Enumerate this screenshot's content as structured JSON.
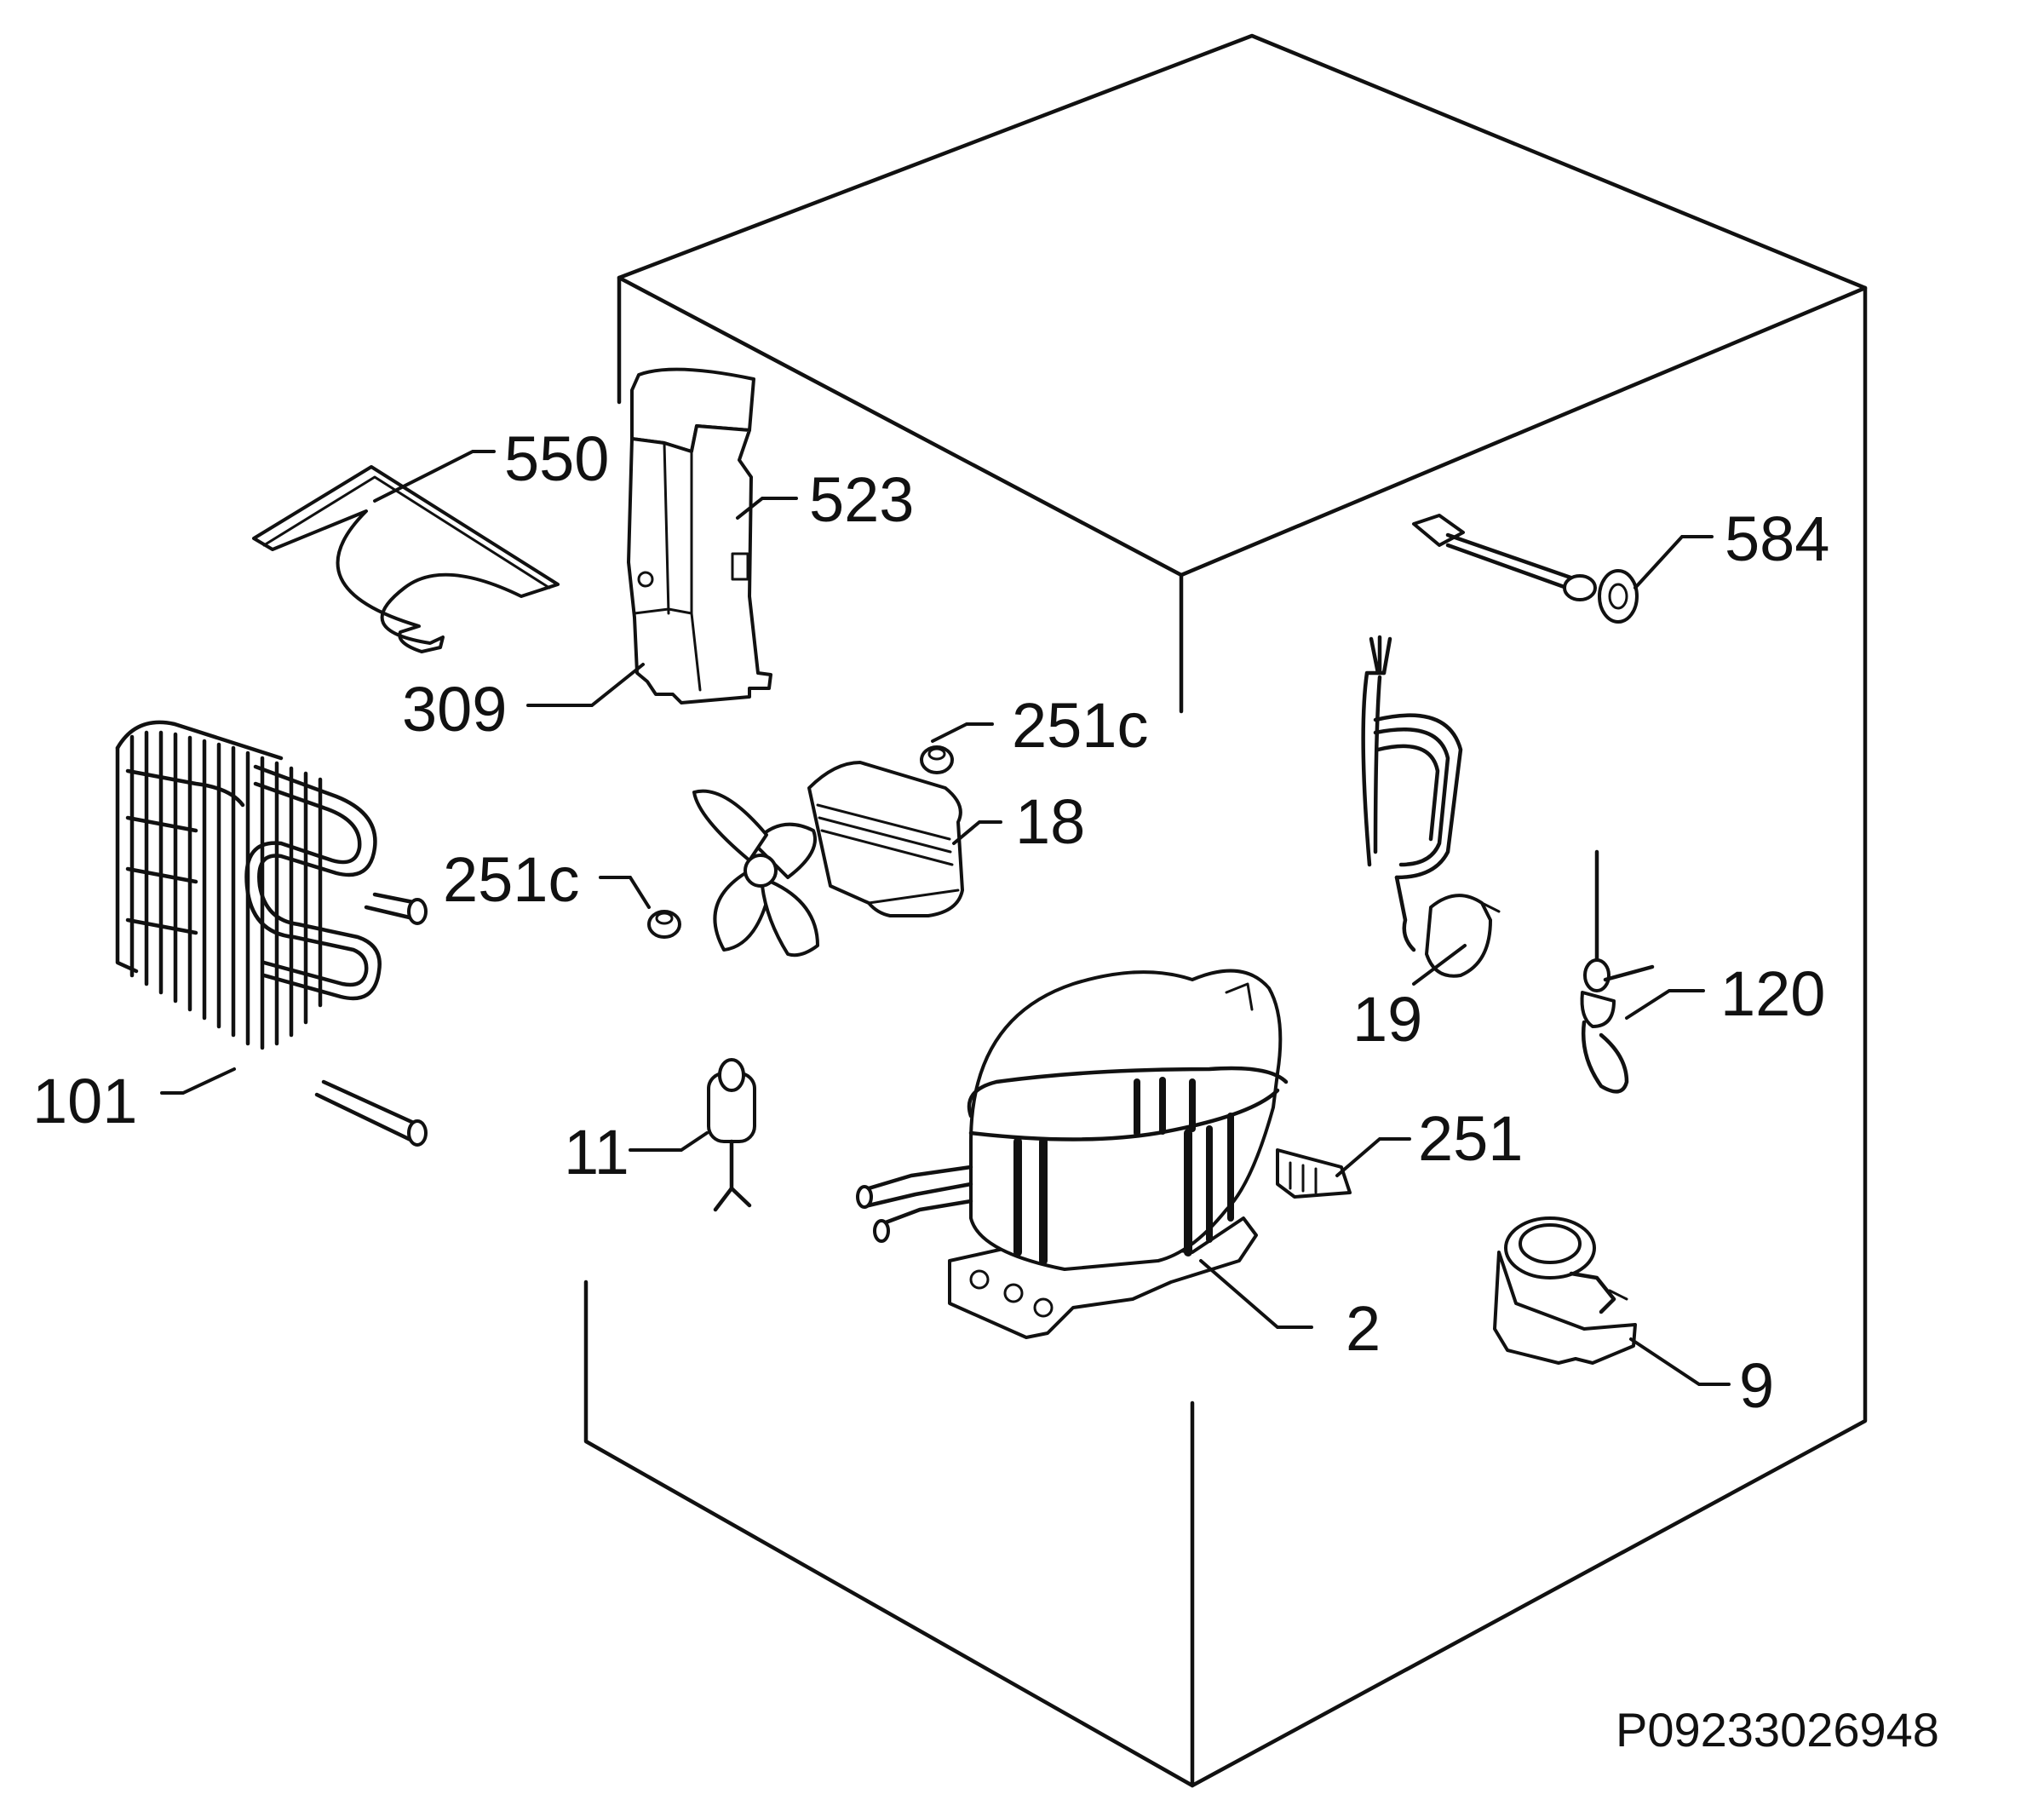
{
  "labels": {
    "p550": "550",
    "p523": "523",
    "p309": "309",
    "p251c_top": "251c",
    "p18": "18",
    "p251c_left": "251c",
    "p101": "101",
    "p11": "11",
    "p2": "2",
    "p251": "251",
    "p9": "9",
    "p19": "19",
    "p120": "120",
    "p584": "584"
  },
  "document_code": "P09233026948",
  "colors": {
    "line": "#111111",
    "background": "#ffffff"
  }
}
